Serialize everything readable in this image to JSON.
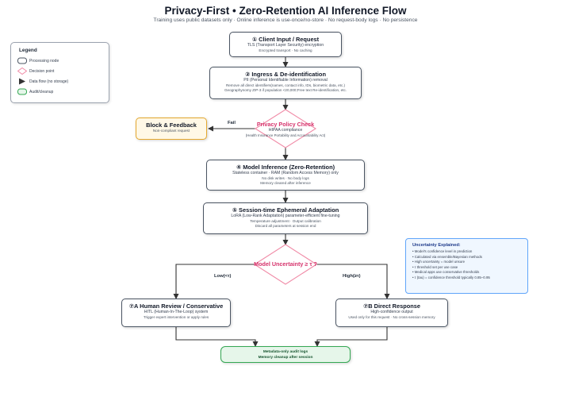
{
  "header": {
    "title": "Privacy-First • Zero-Retention AI Inference Flow",
    "subtitle": "Training uses public datasets only · Online inference is use-once/no-store · No request-body logs · No persistence"
  },
  "legend": {
    "title": "Legend",
    "items": [
      {
        "label": "Processing node",
        "symbol": "rounded-rect"
      },
      {
        "label": "Decision point",
        "symbol": "diamond"
      },
      {
        "label": "Data flow (no storage)",
        "symbol": "arrow"
      },
      {
        "label": "Audit/cleanup",
        "symbol": "green-rounded-rect"
      }
    ]
  },
  "nodes": {
    "client": {
      "title": "① Client Input / Request",
      "sub1": "TLS (Transport Layer Security) encryption",
      "sub2": "Encrypted transport · No caching"
    },
    "ingress": {
      "title": "② Ingress & De-identification",
      "sub1": "PII (Personal Identifiable Information) removal",
      "sub2": "Remove all direct identifiers(names, contact info, IDs, biometric data, etc.)",
      "sub3": "Geographynomy ZIP-3 if population <20,000;Free text Re-identification, etc."
    },
    "block": {
      "title": "Block & Feedback",
      "sub1": "Non-compliant request"
    },
    "inference": {
      "title": "④ Model Inference (Zero-Retention)",
      "sub1": "Stateless container · RAM (Random Access Memory) only",
      "sub2": "No disk writes · No body logs",
      "sub3": "Memory cleared after inference"
    },
    "session": {
      "title": "⑤ Session-time Ephemeral Adaptation",
      "sub1": "LoRA (Low-Rank Adaptation) parameter-efficient fine-tuning",
      "sub2": "Temperature adjustment · Output calibration",
      "sub3": "Discard all parameters at session end"
    },
    "human": {
      "title": "⑦A Human Review / Conservative",
      "sub1": "HITL (Human-In-The-Loop) system",
      "sub2": "Trigger expert intervention or apply rules"
    },
    "direct": {
      "title": "⑦B Direct Response",
      "sub1": "High-confidence output",
      "sub2": "Used only for this request · No cross-session memory"
    },
    "audit": {
      "line1": "Metadata-only audit logs",
      "line2": "Memory cleanup after session"
    }
  },
  "decisions": {
    "policy": {
      "title": "Privacy Policy Check",
      "sub1": "HIPAA compliance",
      "sub2": "(Health Insurance Portability and Accountability Act)"
    },
    "uncertainty": {
      "title": "Model Uncertainty ≥ τ ?"
    }
  },
  "edge_labels": {
    "fail": "Fail",
    "low": "Low(<τ)",
    "high": "High(≥τ)"
  },
  "explainer": {
    "title": "Uncertainty Explained:",
    "items": [
      "• Model's confidence level in prediction",
      "• Calculated via ensemble/Bayesian methods",
      "• High uncertainty = model unsure",
      "• τ threshold set per use case",
      "• Medical apps use conservative thresholds",
      "• τ (tau) = confidence threshold typically 0.85–0.95"
    ]
  },
  "colors": {
    "node_border": "#4b5563",
    "decision_border": "#f08aa6",
    "decision_text": "#d6336c",
    "block_fill": "#fff8e6",
    "block_border": "#e5a82e",
    "audit_fill": "#e6f6ea",
    "audit_border": "#34a853",
    "explainer_border": "#60a5fa"
  }
}
